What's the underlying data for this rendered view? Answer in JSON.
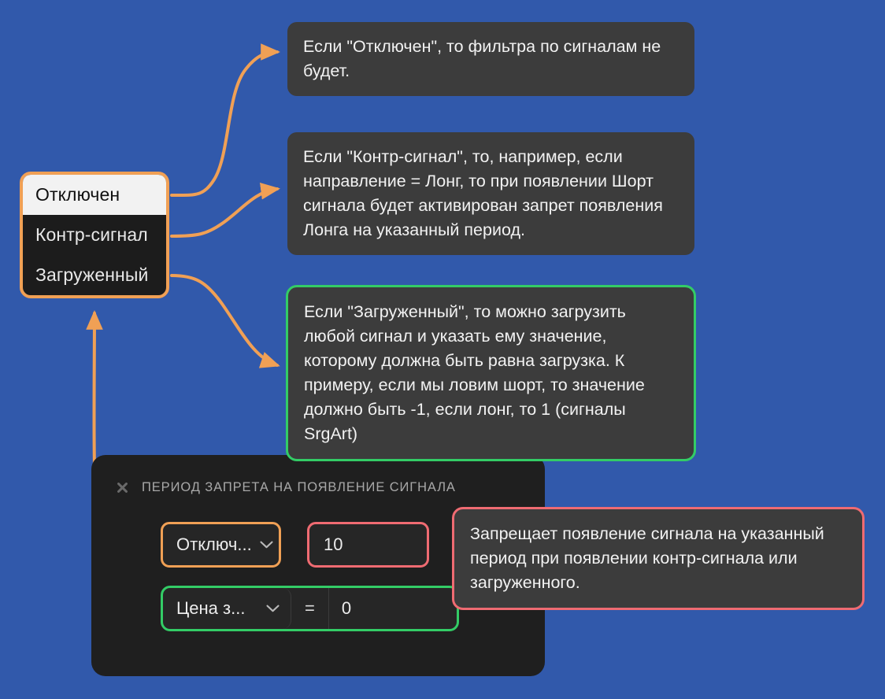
{
  "canvas": {
    "background_color": "#3159ab",
    "accent_orange": "#f0a055",
    "accent_green": "#33cc66",
    "accent_red": "#ef6b72",
    "panel_background": "#1f1f1f",
    "callout_background": "#3c3c3c"
  },
  "option_list": {
    "items": [
      {
        "label": "Отключен",
        "selected": true
      },
      {
        "label": "Контр-сигнал",
        "selected": false
      },
      {
        "label": "Загруженный",
        "selected": false
      }
    ]
  },
  "callouts": {
    "disabled": {
      "text": " Если \"Отключен\", то фильтра по сигналам не будет.",
      "border": "none"
    },
    "counter_signal": {
      "text": "Если \"Контр-сигнал\", то, например, если направление = Лонг, то при появлении Шорт сигнала будет активирован запрет появления Лонга на указанный период.",
      "border": "none"
    },
    "loaded": {
      "text": "Если \"Загруженный\", то можно загрузить любой сигнал и указать ему значение, которому должна быть равна загрузка. К примеру, если мы ловим шорт, то значение должно быть -1, если лонг, то 1 (сигналы SrgArt)",
      "border": "#33cc66"
    },
    "period": {
      "text": "Запрещает появление сигнала на указанный период при появлении контр-сигнала или загруженного.",
      "border": "#ef6b72"
    }
  },
  "settings_panel": {
    "close_icon": "close-icon",
    "title": "ПЕРИОД ЗАПРЕТА НА ПОЯВЛЕНИЕ СИГНАЛА",
    "rows": [
      {
        "mode_select": {
          "value": "Отключ...",
          "chevron": "chevron-down-icon"
        },
        "period_input": {
          "value": "10"
        }
      },
      {
        "price_select": {
          "value": "Цена з...",
          "chevron": "chevron-down-icon"
        },
        "operator": "=",
        "price_value": {
          "value": "0"
        }
      }
    ]
  }
}
